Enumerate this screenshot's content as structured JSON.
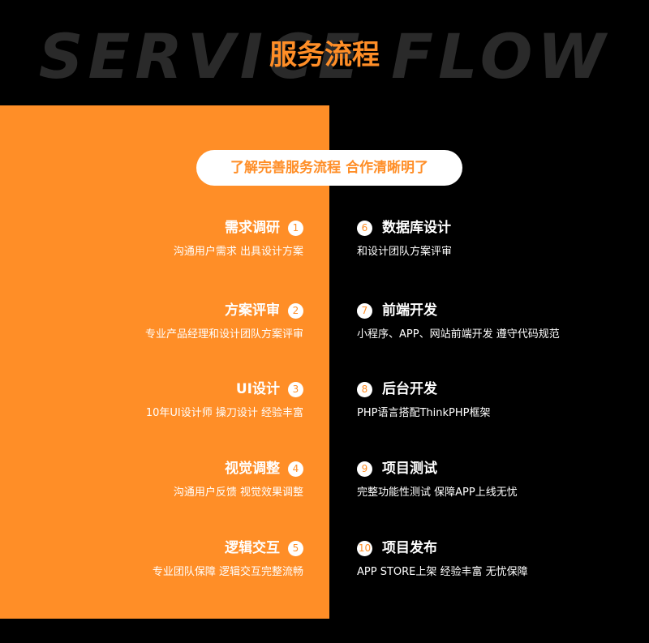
{
  "header": {
    "watermark": "SERVICE FLOW",
    "title": "服务流程"
  },
  "subtitle": "了解完善服务流程 合作清晰明了",
  "left_steps": [
    {
      "num": "1",
      "title": "需求调研",
      "desc": "沟通用户需求 出具设计方案"
    },
    {
      "num": "2",
      "title": "方案评审",
      "desc": "专业产品经理和设计团队方案评审"
    },
    {
      "num": "3",
      "title": "UI设计",
      "desc": "10年UI设计师 操刀设计 经验丰富"
    },
    {
      "num": "4",
      "title": "视觉调整",
      "desc": "沟通用户反馈 视觉效果调整"
    },
    {
      "num": "5",
      "title": "逻辑交互",
      "desc": "专业团队保障 逻辑交互完整流畅"
    }
  ],
  "right_steps": [
    {
      "num": "6",
      "title": "数据库设计",
      "desc": "和设计团队方案评审"
    },
    {
      "num": "7",
      "title": "前端开发",
      "desc": "小程序、APP、网站前端开发 遵守代码规范"
    },
    {
      "num": "8",
      "title": "后台开发",
      "desc": "PHP语言搭配ThinkPHP框架"
    },
    {
      "num": "9",
      "title": "项目测试",
      "desc": "完整功能性测试 保障APP上线无忧"
    },
    {
      "num": "10",
      "title": "项目发布",
      "desc": "APP STORE上架 经验丰富 无忧保障"
    }
  ],
  "colors": {
    "accent": "#FF8E27",
    "background": "#000000",
    "watermark": "#2a2a2a"
  }
}
